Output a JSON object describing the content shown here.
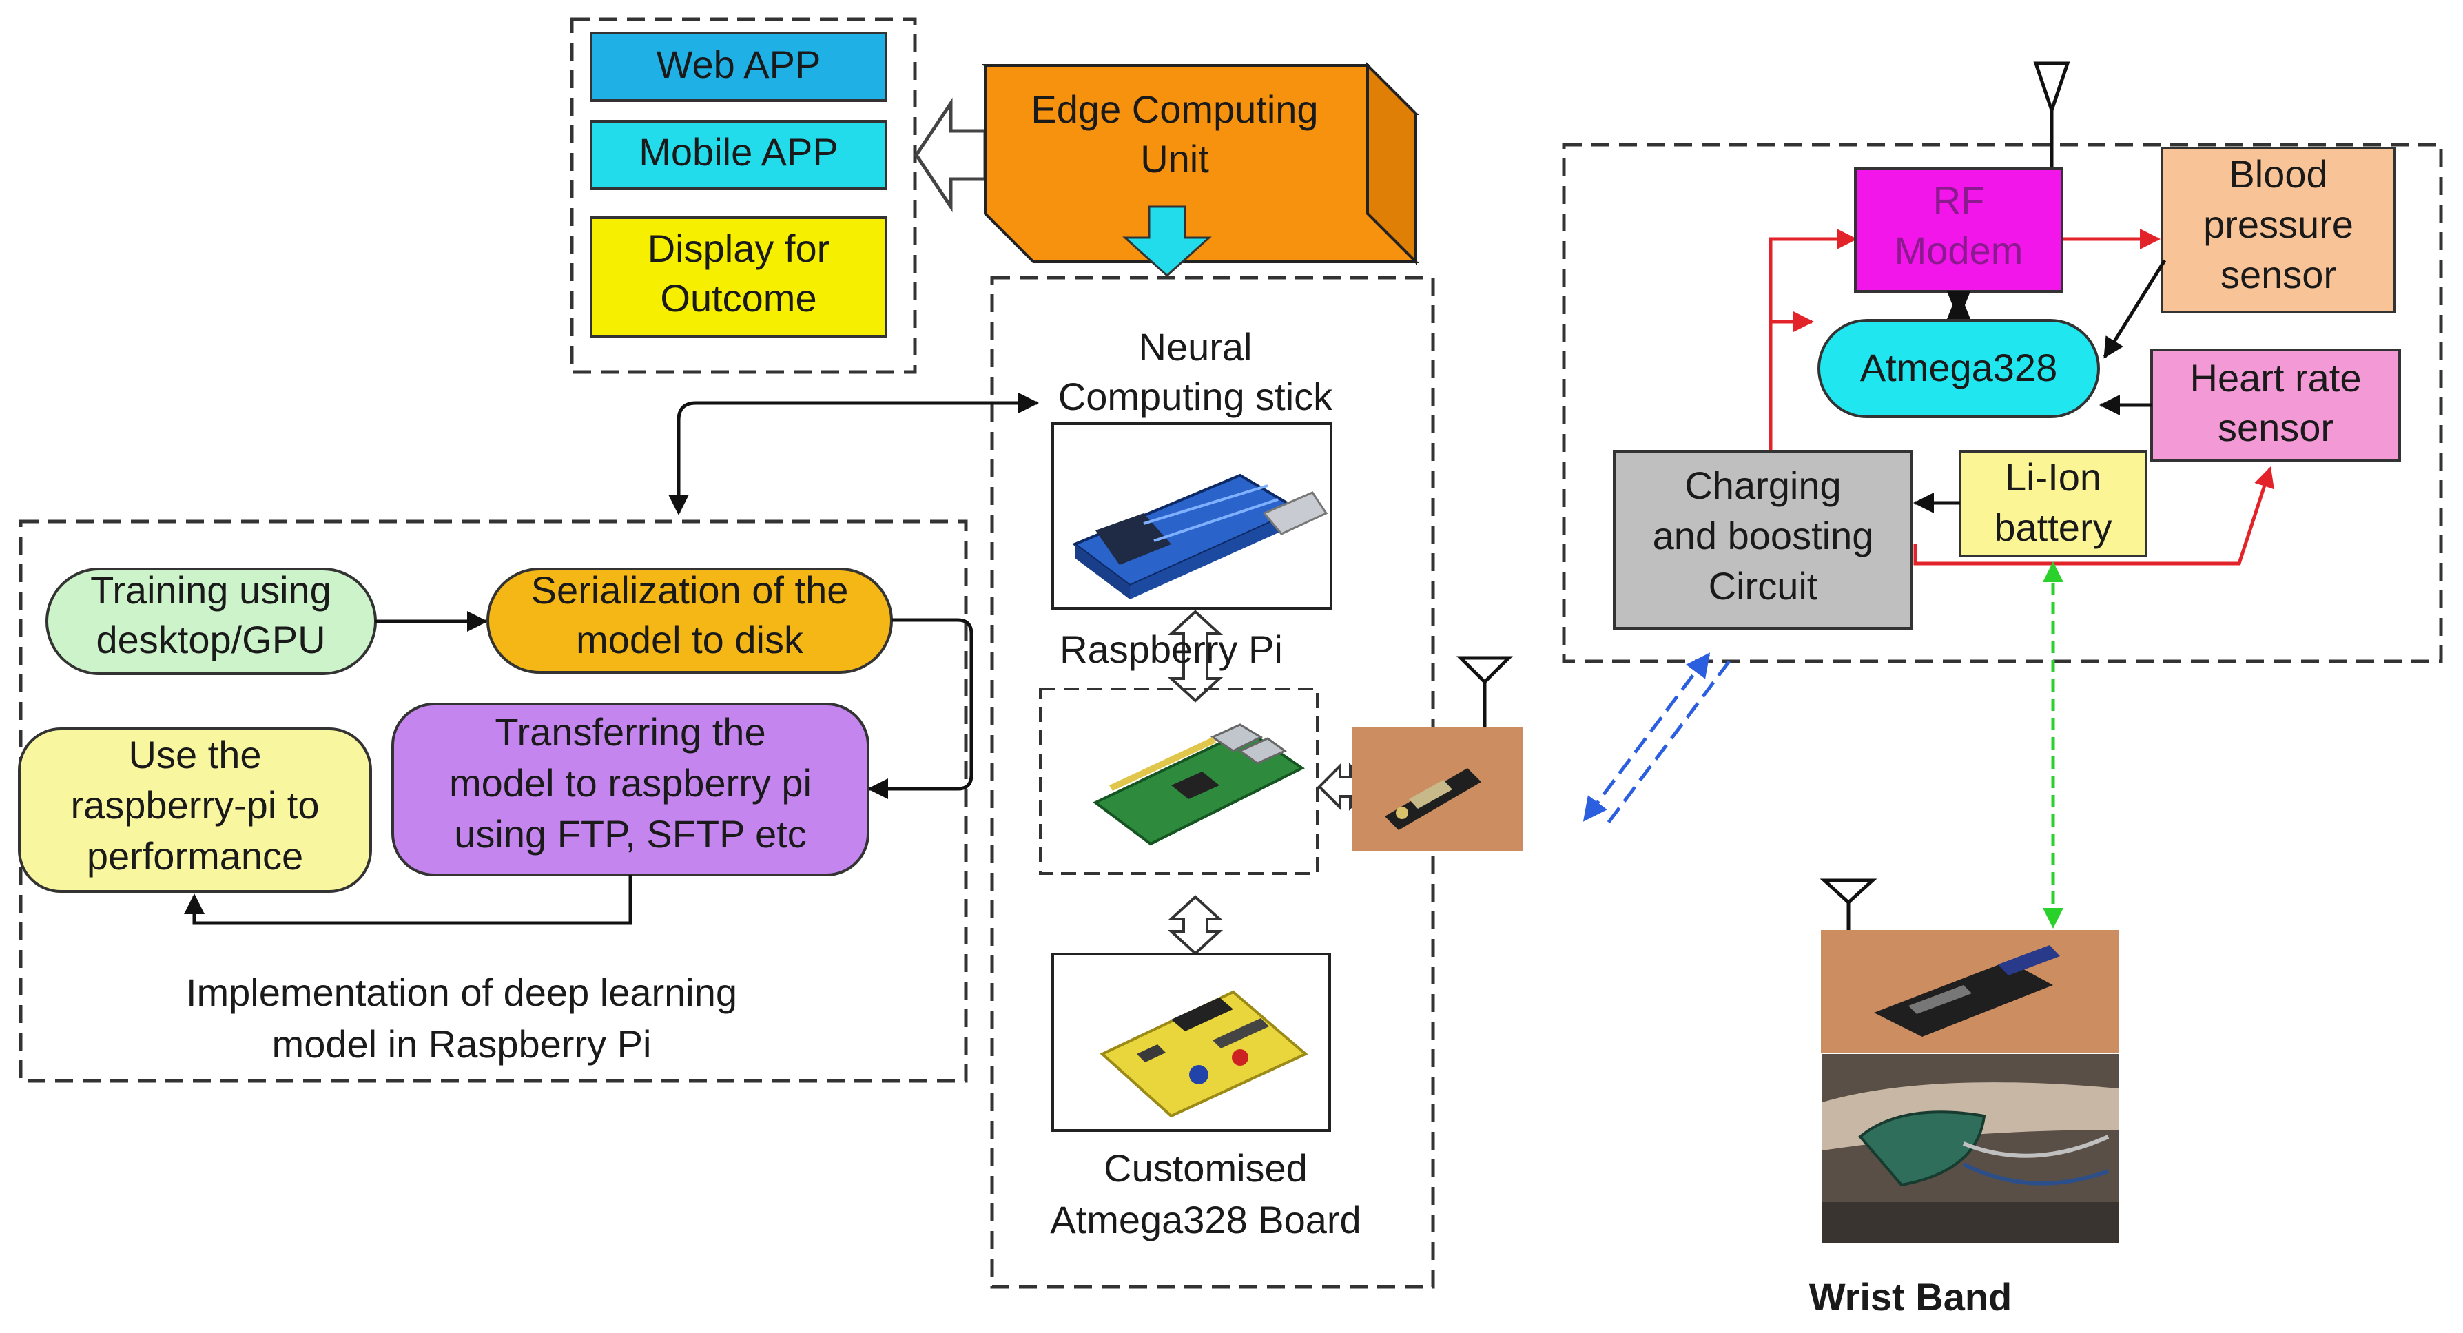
{
  "outputs": {
    "web_app": "Web APP",
    "mobile_app": "Mobile APP",
    "display_line1": "Display for",
    "display_line2": "Outcome"
  },
  "edge_unit": {
    "line1": "Edge Computing",
    "line2": "Unit"
  },
  "ncs": {
    "line1": "Neural",
    "line2": "Computing stick"
  },
  "raspberry_pi": "Raspberry Pi",
  "custom_board": {
    "line1": "Customised",
    "line2": "Atmega328 Board"
  },
  "dl_panel": {
    "training": {
      "line1": "Training using",
      "line2": "desktop/GPU"
    },
    "serialization": {
      "line1": "Serialization of the",
      "line2": "model to disk"
    },
    "transfer": {
      "line1": "Transferring the",
      "line2": "model to raspberry pi",
      "line3": "using FTP, SFTP etc"
    },
    "use": {
      "line1": "Use the",
      "line2": "raspberry-pi to",
      "line3": "performance"
    },
    "caption": {
      "line1": "Implementation of deep learning",
      "line2": "model in Raspberry Pi"
    }
  },
  "sensor_panel": {
    "rf_modem": {
      "line1": "RF",
      "line2": "Modem"
    },
    "blood_pressure": {
      "line1": "Blood",
      "line2": "pressure",
      "line3": "sensor"
    },
    "atmega": "Atmega328",
    "heart_rate": {
      "line1": "Heart rate",
      "line2": "sensor"
    },
    "battery": {
      "line1": "Li-Ion",
      "line2": "battery"
    },
    "charging": {
      "line1": "Charging",
      "line2": "and boosting",
      "line3": "Circuit"
    }
  },
  "wrist_band": "Wrist Band",
  "colors": {
    "web_app": "#1fb1e6",
    "mobile_app": "#22dceb",
    "display": "#f6f000",
    "edge_front": "#f7920f",
    "edge_top": "#fbb04b",
    "edge_side": "#e07f05",
    "training": "#cdf3cb",
    "serialization": "#f4b716",
    "transfer": "#c585ee",
    "use": "#f8f69e",
    "rf_modem": "#f316ea",
    "blood_pressure": "#f8c397",
    "atmega": "#20e6ef",
    "heart_rate": "#f39ad6",
    "battery": "#fbf596",
    "charging": "#bfbfbf",
    "photo_bg": "#cc8d60",
    "red_line": "#e3232a",
    "blue_line": "#2c5fe0",
    "green_line": "#2bd12b"
  }
}
